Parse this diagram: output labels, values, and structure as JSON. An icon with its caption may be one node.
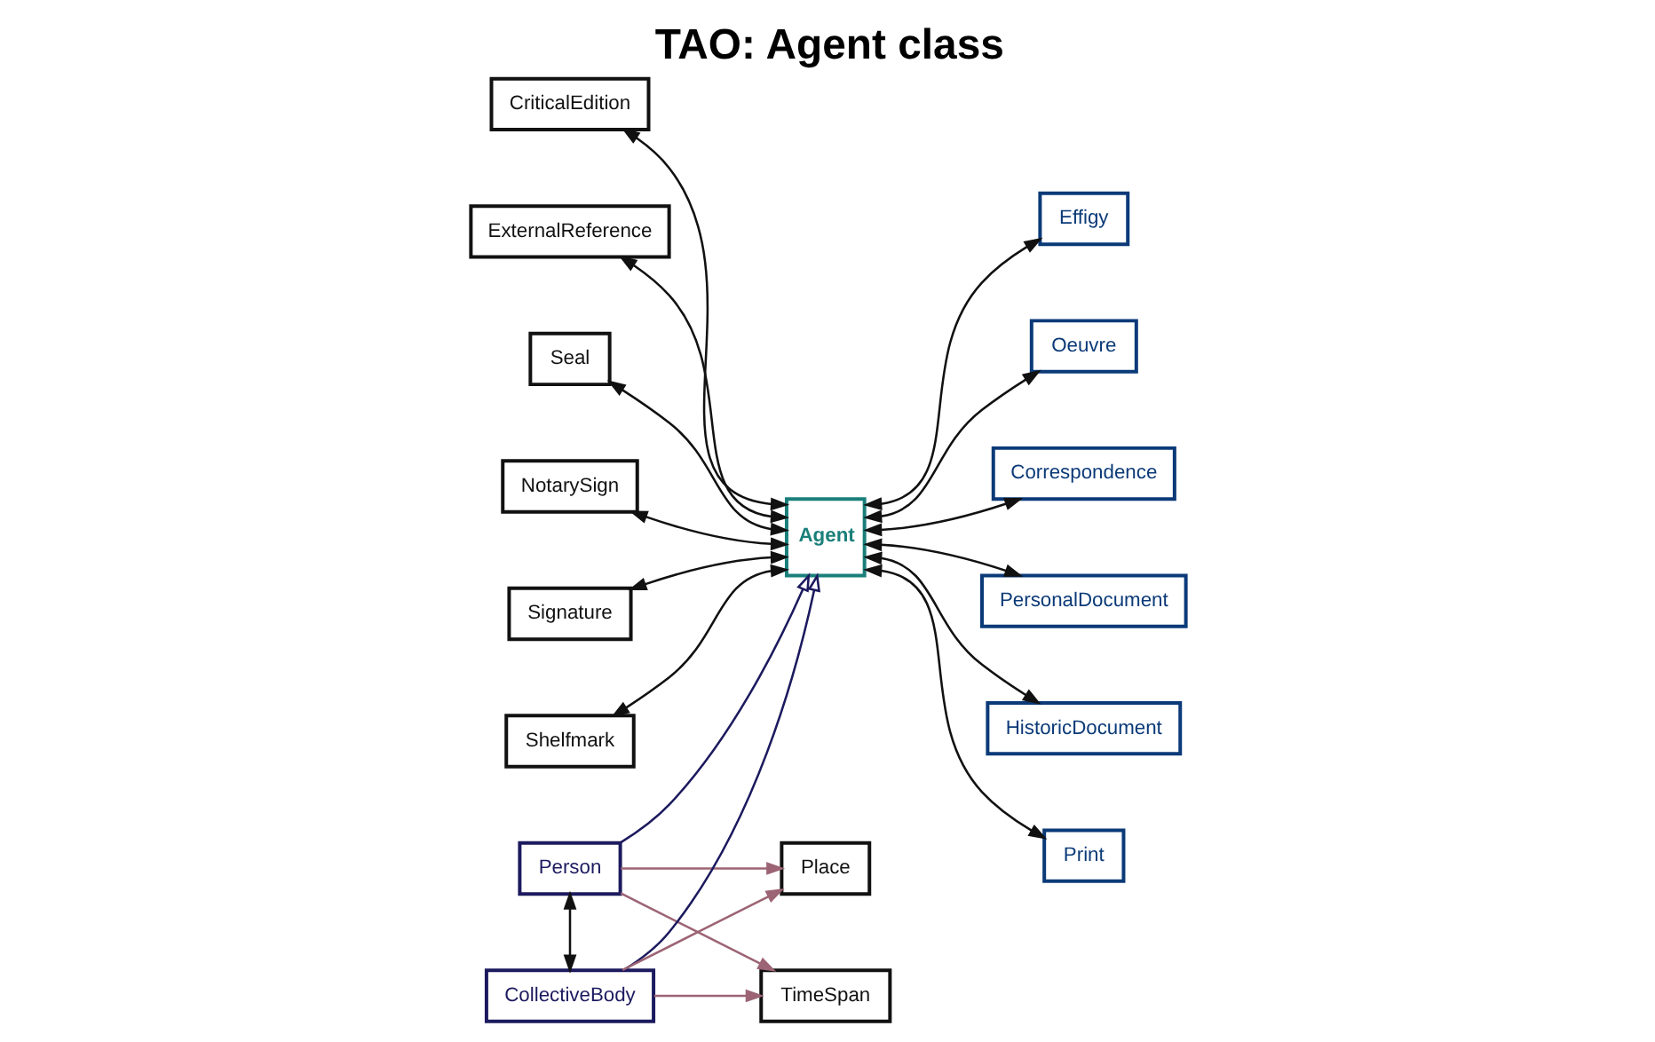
{
  "diagram": {
    "title": "TAO: Agent class",
    "nodes": [
      {
        "text": [
          "Shelfmark"
        ]
      },
      {
        "text": [
          "CriticalEdition"
        ]
      },
      {
        "text": [
          "ExternalReference"
        ]
      },
      {
        "text": [
          "Seal"
        ]
      },
      {
        "text": [
          "NotarySign"
        ]
      },
      {
        "text": [
          "Signature"
        ]
      },
      {
        "text": [
          "Agent"
        ]
      },
      {
        "text": [
          "Effigy"
        ]
      },
      {
        "text": [
          "Oeuvre"
        ]
      },
      {
        "text": [
          "Correspondence"
        ]
      },
      {
        "text": [
          "PersonalDocument"
        ]
      },
      {
        "text": [
          "HistoricDocument"
        ]
      },
      {
        "text": [
          "Print"
        ]
      },
      {
        "text": [
          "Person"
        ]
      },
      {
        "text": [
          "CollectiveBody"
        ]
      },
      {
        "text": [
          "TimeSpan"
        ]
      },
      {
        "text": [
          "Place"
        ]
      }
    ],
    "edges": [
      {
        "from": 0,
        "to": 6,
        "arrow": "both"
      },
      {
        "from": 1,
        "to": 6,
        "arrow": "both"
      },
      {
        "from": 2,
        "to": 6,
        "arrow": "both"
      },
      {
        "from": 3,
        "to": 6,
        "arrow": "both"
      },
      {
        "from": 4,
        "to": 6,
        "arrow": "both"
      },
      {
        "from": 5,
        "to": 6,
        "arrow": "both"
      },
      {
        "from": 6,
        "to": 7,
        "arrow": "both"
      },
      {
        "from": 6,
        "to": 8,
        "arrow": "both"
      },
      {
        "from": 6,
        "to": 9,
        "arrow": "both"
      },
      {
        "from": 6,
        "to": 10,
        "arrow": "both"
      },
      {
        "from": 6,
        "to": 11,
        "arrow": "both"
      },
      {
        "from": 6,
        "to": 12,
        "arrow": "both"
      },
      {
        "from": 13,
        "to": 6,
        "arrow": "to",
        "color": "#1c1a5e"
      },
      {
        "from": 14,
        "to": 6,
        "arrow": "to",
        "color": "#1c1a5e"
      },
      {
        "from": 13,
        "to": 14,
        "arrow": "both"
      },
      {
        "from": 13,
        "to": 15,
        "arrow": "to",
        "color": "#9c6474"
      },
      {
        "from": 13,
        "to": 16,
        "arrow": "to",
        "color": "#9c6474"
      },
      {
        "from": 14,
        "to": 15,
        "arrow": "to",
        "color": "#9c6474"
      },
      {
        "from": 14,
        "to": 16,
        "arrow": "to",
        "color": "#9c6474"
      }
    ]
  }
}
